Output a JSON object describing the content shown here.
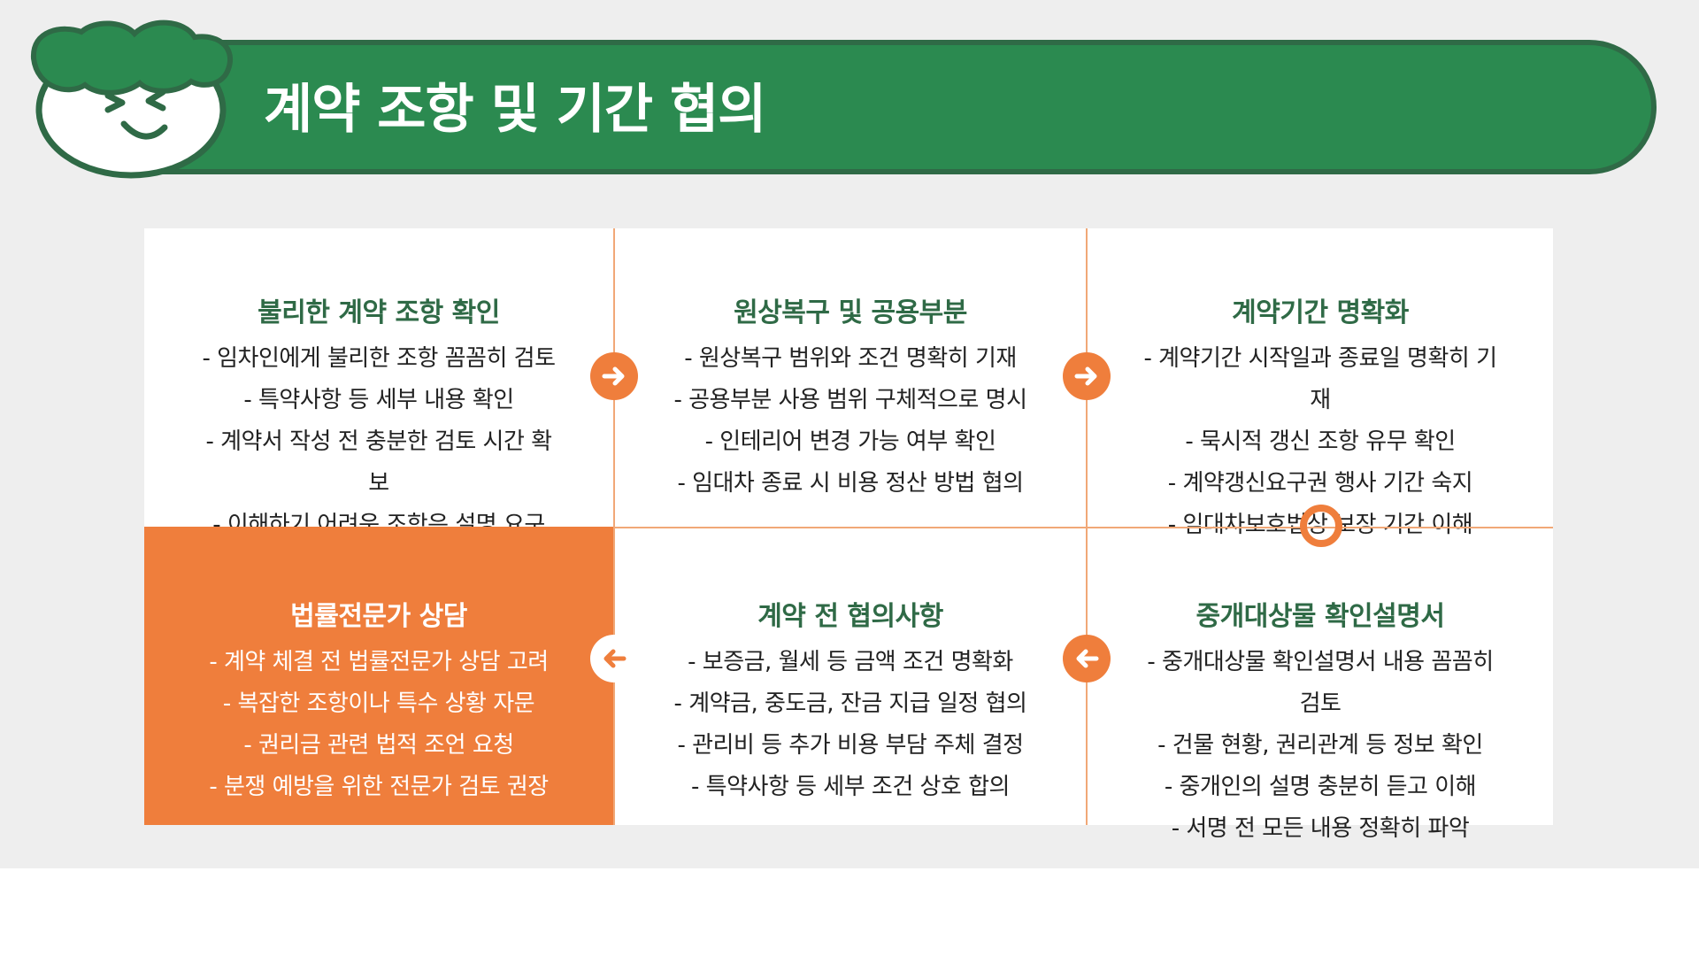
{
  "header": {
    "title": "계약 조항 및 기간 협의"
  },
  "colors": {
    "banner_green": "#2b8a50",
    "title_green": "#2f6a46",
    "accent_orange": "#ef7e3c",
    "divider": "#f1a877"
  },
  "icons": {
    "mascot": "smiling-face-icon",
    "flow_arrow": "arrow-icon"
  },
  "cells": [
    {
      "title": "불리한 계약 조항 확인",
      "items": [
        "- 임차인에게 불리한 조항 꼼꼼히 검토",
        "- 특약사항 등 세부 내용 확인",
        "- 계약서 작성 전 충분한 검토 시간 확",
        "보",
        "- 이해하기 어려운 조항은 설명 요구"
      ]
    },
    {
      "title": "원상복구 및 공용부분",
      "items": [
        "- 원상복구 범위와 조건 명확히 기재",
        "- 공용부분 사용 범위 구체적으로 명시",
        "- 인테리어 변경 가능 여부 확인",
        "- 임대차 종료 시 비용 정산 방법 협의"
      ]
    },
    {
      "title": "계약기간 명확화",
      "items": [
        "- 계약기간 시작일과 종료일 명확히 기",
        "재",
        "- 묵시적 갱신 조항 유무 확인",
        "- 계약갱신요구권 행사 기간 숙지",
        "- 임대차보호법상 보장 기간 이해"
      ]
    },
    {
      "title": "법률전문가 상담",
      "items": [
        "- 계약 체결 전 법률전문가 상담 고려",
        "- 복잡한 조항이나 특수 상황 자문",
        "- 권리금 관련 법적 조언 요청",
        "- 분쟁 예방을 위한 전문가 검토 권장"
      ]
    },
    {
      "title": "계약 전 협의사항",
      "items": [
        "- 보증금, 월세 등 금액 조건 명확화",
        "- 계약금, 중도금, 잔금 지급 일정 협의",
        "- 관리비 등 추가 비용 부담 주체 결정",
        "- 특약사항 등 세부 조건 상호 합의"
      ]
    },
    {
      "title": "중개대상물 확인설명서",
      "items": [
        "- 중개대상물 확인설명서 내용 꼼꼼히",
        "검토",
        "- 건물 현황, 권리관계 등 정보 확인",
        "- 중개인의 설명 충분히 듣고 이해",
        "- 서명 전 모든 내용 정확히 파악"
      ]
    }
  ]
}
